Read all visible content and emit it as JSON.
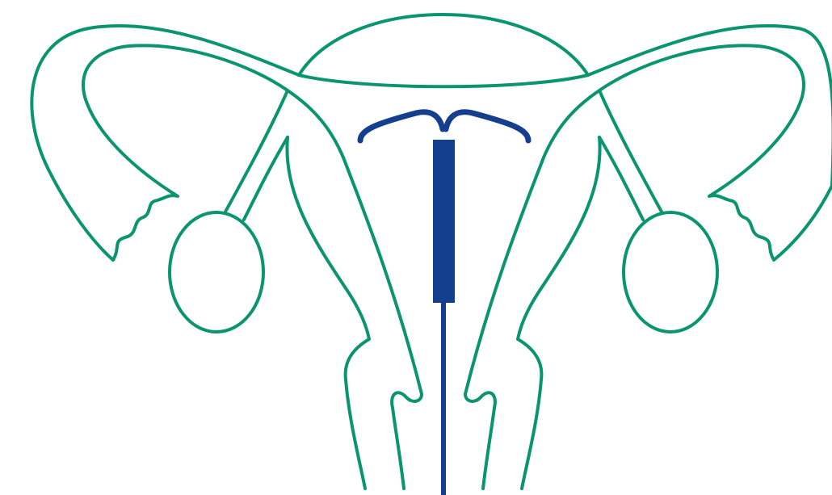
{
  "diagram": {
    "colors": {
      "anatomy_outline": "#0a9470",
      "iud": "#143f8f",
      "background": "#ffffff"
    },
    "parts": [
      "uterus-outline",
      "left-fallopian-tube",
      "right-fallopian-tube",
      "left-ovary",
      "right-ovary",
      "cervix",
      "iud-device"
    ]
  }
}
